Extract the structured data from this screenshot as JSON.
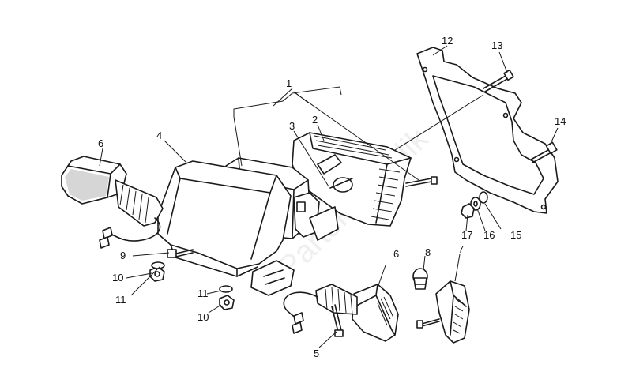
{
  "callouts": {
    "c1": "1",
    "c2": "2",
    "c3": "3",
    "c4": "4",
    "c5": "5",
    "c6a": "6",
    "c6b": "6",
    "c7": "7",
    "c8": "8",
    "c9": "9",
    "c10a": "10",
    "c10b": "10",
    "c11a": "11",
    "c11b": "11",
    "c12": "12",
    "c13": "13",
    "c14": "14",
    "c15": "15",
    "c16": "16",
    "c17": "17"
  },
  "watermark": "PartsRepublik",
  "colors": {
    "ink": "#1a1a1a",
    "background": "#ffffff"
  }
}
